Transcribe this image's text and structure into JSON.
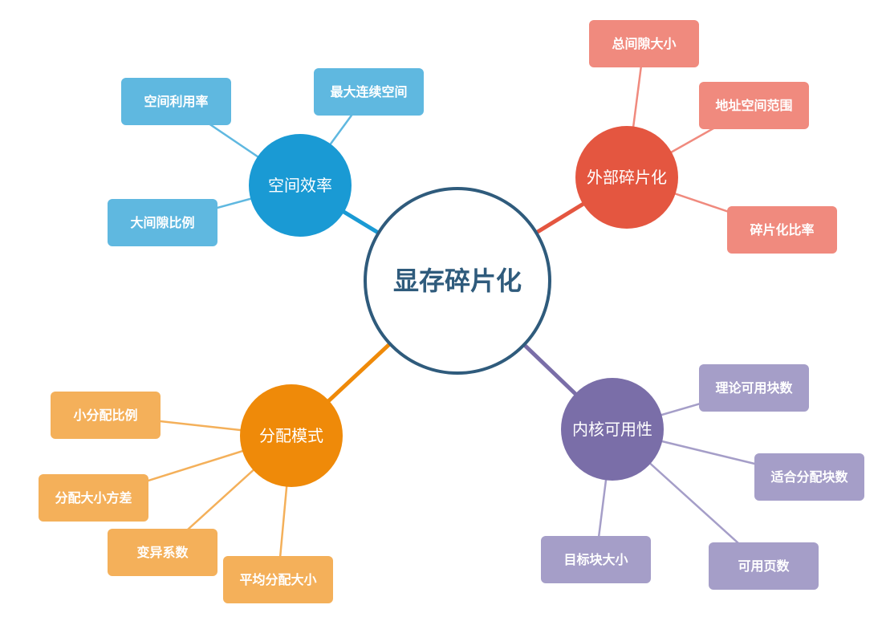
{
  "root": {
    "label": "显存碎片化",
    "color": "#2f5b7c"
  },
  "branches": [
    {
      "label": "空间效率",
      "color": "#1a9ad4",
      "leaf_color": "#5fb8e0",
      "leaves": [
        "空间利用率",
        "最大连续空间",
        "大间隙比例"
      ]
    },
    {
      "label": "外部碎片化",
      "color": "#e45640",
      "leaf_color": "#f08a7e",
      "leaves": [
        "总间隙大小",
        "地址空间范围",
        "碎片化比率"
      ]
    },
    {
      "label": "分配模式",
      "color": "#ef8a09",
      "leaf_color": "#f4b05a",
      "leaves": [
        "小分配比例",
        "分配大小方差",
        "变异系数",
        "平均分配大小"
      ]
    },
    {
      "label": "内核可用性",
      "color": "#7a6ea8",
      "leaf_color": "#a59ec8",
      "leaves": [
        "理论可用块数",
        "适合分配块数",
        "可用页数",
        "目标块大小"
      ]
    }
  ]
}
